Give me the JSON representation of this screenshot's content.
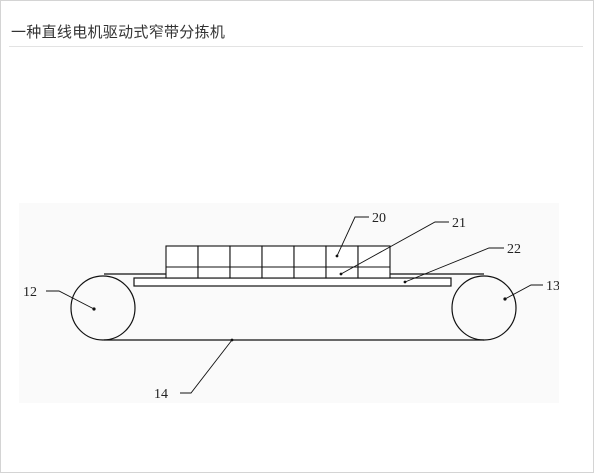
{
  "header": {
    "title": "一种直线电机驱动式窄带分拣机"
  },
  "figure": {
    "labels": {
      "l12": "12",
      "l13": "13",
      "l14": "14",
      "l20": "20",
      "l21": "21",
      "l22": "22"
    },
    "cart_count": 7
  },
  "colors": {
    "line": "#111111",
    "divider": "#e3e3e3",
    "border": "#d4d4d4",
    "title_text": "#333333"
  }
}
